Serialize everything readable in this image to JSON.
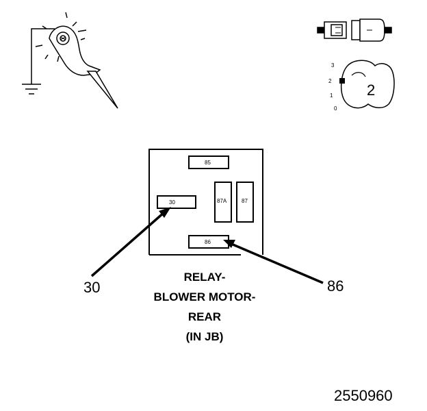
{
  "relay": {
    "terminals": {
      "t85": "85",
      "t30": "30",
      "t87a": "87A",
      "t87": "87",
      "t86": "86"
    }
  },
  "callouts": {
    "left": "30",
    "right": "86"
  },
  "caption": {
    "line1": "RELAY-",
    "line2": "BLOWER MOTOR-",
    "line3": "REAR",
    "line4": "(IN JB)"
  },
  "ignition_switch": {
    "positions": [
      "3",
      "2",
      "1",
      "0"
    ],
    "selected": "2"
  },
  "figure_number": "2550960",
  "icons": {
    "probe": "test-light-probe-icon",
    "ground": "ground-icon",
    "connector": "connector-icon",
    "ignition": "ignition-key-icon"
  }
}
